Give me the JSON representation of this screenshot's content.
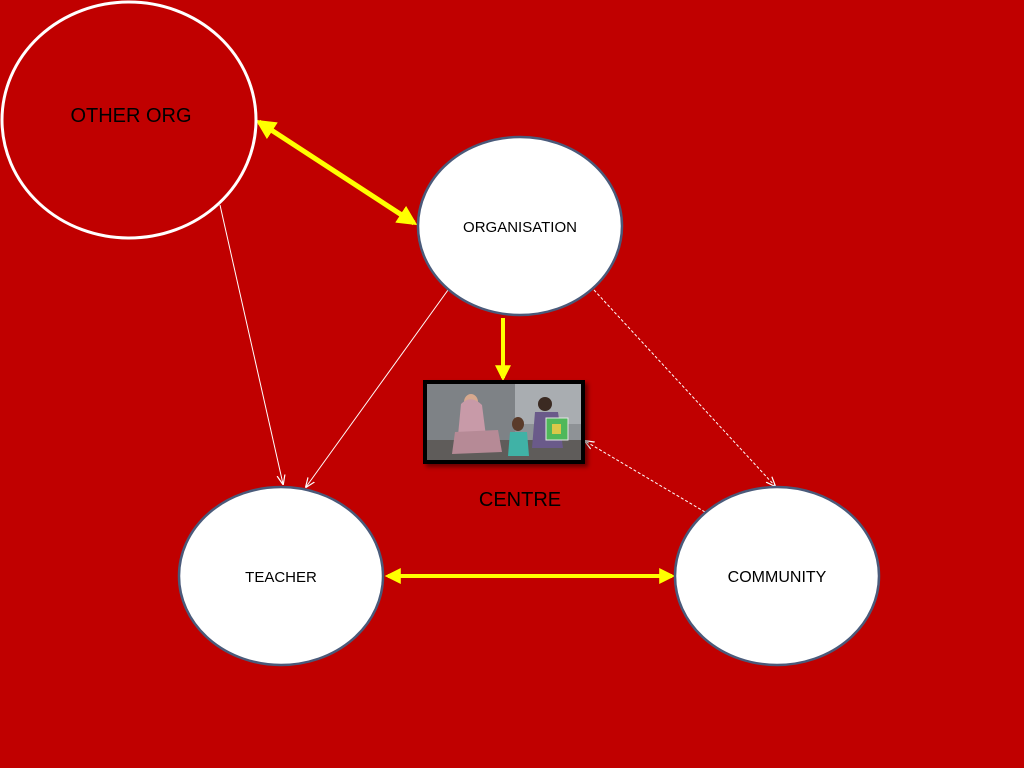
{
  "background_color": "#C00000",
  "edge_color_strong": "#FFFF00",
  "edge_color_thin": "#FFFFFF",
  "node_fill": "#FFFFFF",
  "node_stroke": "#4A5A7A",
  "nodes": {
    "other_org": {
      "label": "OTHER ORG"
    },
    "organisation": {
      "label": "ORGANISATION"
    },
    "teacher": {
      "label": "TEACHER"
    },
    "community": {
      "label": "COMMUNITY"
    },
    "centre": {
      "label": "CENTRE",
      "photo": "photo of a woman with children seated on the floor"
    }
  },
  "edges": [
    {
      "from": "other_org",
      "to": "organisation",
      "style": "thick",
      "direction": "both"
    },
    {
      "from": "organisation",
      "to": "centre",
      "style": "thick",
      "direction": "forward"
    },
    {
      "from": "teacher",
      "to": "community",
      "style": "thick",
      "direction": "both"
    },
    {
      "from": "other_org",
      "to": "teacher",
      "style": "thin",
      "direction": "forward"
    },
    {
      "from": "organisation",
      "to": "teacher",
      "style": "thin",
      "direction": "forward"
    },
    {
      "from": "organisation",
      "to": "community",
      "style": "dashed",
      "direction": "forward"
    },
    {
      "from": "community",
      "to": "centre",
      "style": "dashed",
      "direction": "forward"
    }
  ]
}
